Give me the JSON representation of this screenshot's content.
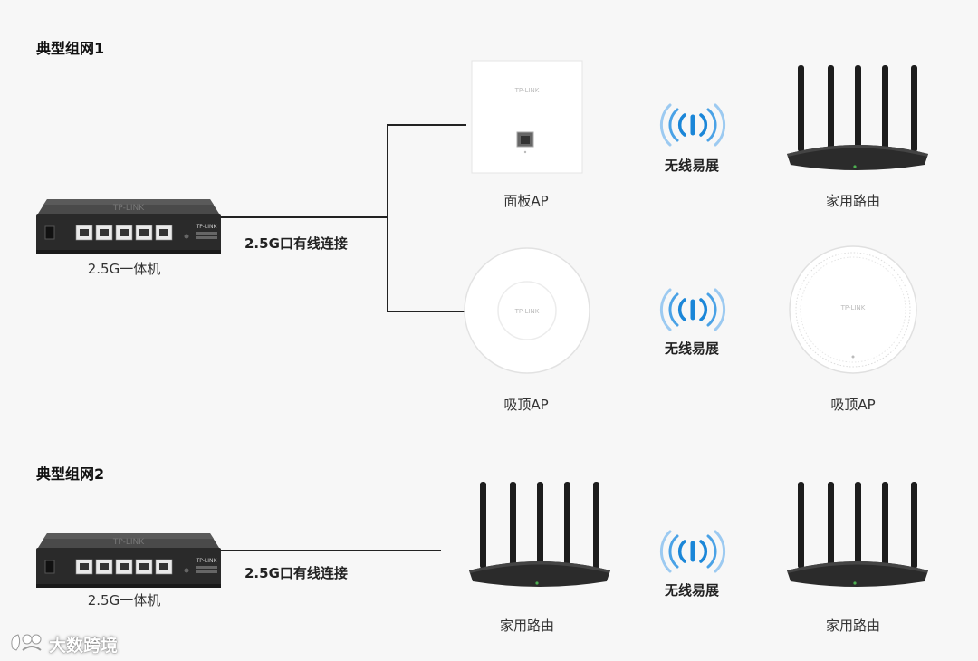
{
  "sections": [
    {
      "title": "典型组网1",
      "switch": {
        "caption": "2.5G一体机",
        "brand": "TP-LINK",
        "badge": "TP-LINK"
      },
      "connection_label": "2.5G口有线连接",
      "rows": [
        {
          "left": {
            "caption": "面板AP",
            "brand": "TP-LINK"
          },
          "wifi_label": "无线易展",
          "right": {
            "caption": "家用路由"
          }
        },
        {
          "left": {
            "caption": "吸顶AP",
            "brand": "TP-LINK"
          },
          "wifi_label": "无线易展",
          "right": {
            "caption": "吸顶AP",
            "brand": "TP-LINK"
          }
        }
      ]
    },
    {
      "title": "典型组网2",
      "switch": {
        "caption": "2.5G一体机",
        "brand": "TP-LINK",
        "badge": "TP-LINK"
      },
      "connection_label": "2.5G口有线连接",
      "rows": [
        {
          "left": {
            "caption": "家用路由"
          },
          "wifi_label": "无线易展",
          "right": {
            "caption": "家用路由"
          }
        }
      ]
    }
  ],
  "watermark": {
    "text": "大数跨境",
    "icon": "paw-logo-icon"
  },
  "colors": {
    "wifi": "#1a86d8",
    "device_dark": "#2b2b2b",
    "line": "#222222",
    "background": "#f7f7f7"
  }
}
